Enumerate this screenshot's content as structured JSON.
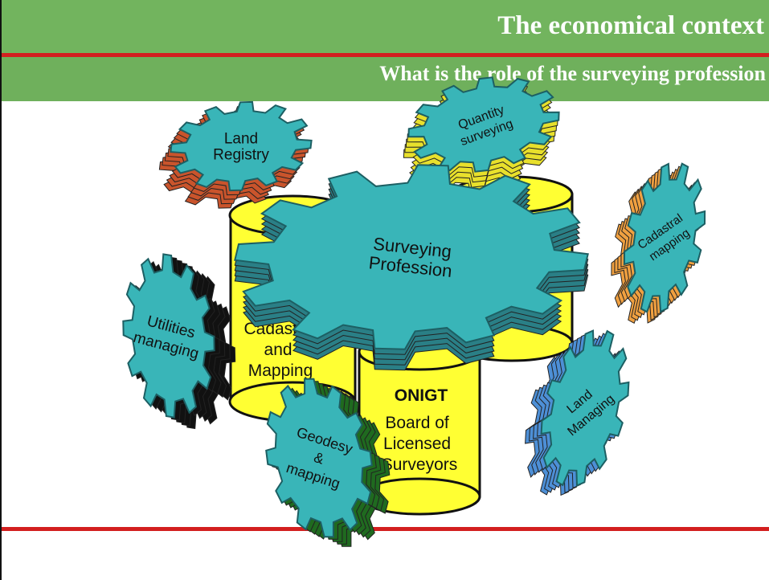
{
  "header": {
    "title": "The economical context",
    "subtitle": "What is the  role of the surveying profession"
  },
  "cylinders": {
    "left": {
      "lines": [
        "Cadastre",
        "and",
        "Mapping"
      ],
      "color": "#ffff33"
    },
    "front": {
      "heading": "ONIGT",
      "lines": [
        "Board of",
        "Licensed",
        "Surveyors"
      ],
      "color": "#ffff33"
    }
  },
  "gears": {
    "center": {
      "lines": [
        "Surveying",
        "Profession"
      ]
    },
    "land_registry": {
      "lines": [
        "Land",
        "Registry"
      ],
      "side_color": "#c9542c"
    },
    "quantity_surveying": {
      "lines": [
        "Quantity",
        "surveying"
      ],
      "side_color": "#e8e02c"
    },
    "cadastral_mapping": {
      "lines": [
        "Cadastral",
        "mapping"
      ],
      "side_color": "#f0a040"
    },
    "utilities_managing": {
      "lines": [
        "Utilities",
        "managing"
      ],
      "side_color": "#111111"
    },
    "land_managing": {
      "lines": [
        "Land",
        "Managing"
      ],
      "side_color": "#4d8fd6"
    },
    "geodesy_mapping": {
      "lines": [
        "Geodesy",
        "&",
        "mapping"
      ],
      "side_color": "#1f6a1f"
    }
  },
  "colors": {
    "header_green": "#72b45e",
    "accent_red": "#d31f1f",
    "gear_face": "#39b5b8",
    "cylinder_yellow": "#ffff33"
  }
}
